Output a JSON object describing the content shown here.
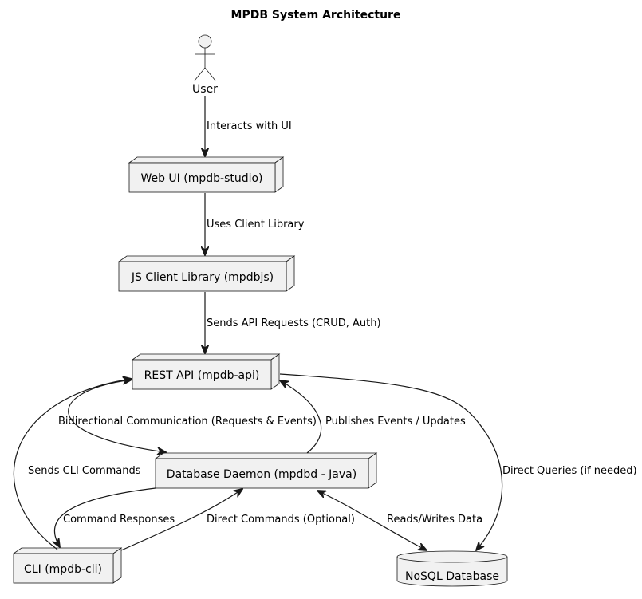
{
  "title": "MPDB System Architecture",
  "actor": {
    "label": "User"
  },
  "nodes": {
    "web_ui": "Web UI (mpdb-studio)",
    "js_client": "JS Client Library (mpdbjs)",
    "rest_api": "REST API (mpdb-api)",
    "daemon": "Database Daemon (mpdbd - Java)",
    "cli": "CLI (mpdb-cli)",
    "database": "NoSQL Database"
  },
  "edges": {
    "user_to_web": "Interacts with UI",
    "web_to_js": "Uses Client Library",
    "js_to_api": "Sends API Requests (CRUD, Auth)",
    "api_daemon": "Bidirectional Communication (Requests & Events)",
    "daemon_to_api": "Publishes Events / Updates",
    "cli_to_api": "Sends CLI Commands",
    "api_to_db": "Direct Queries (if needed)",
    "daemon_to_cli": "Command Responses",
    "cli_to_daemon": "Direct Commands (Optional)",
    "daemon_db": "Reads/Writes Data"
  },
  "colors": {
    "node_fill": "#f1f1f1",
    "stroke": "#181818",
    "background": "#ffffff"
  }
}
